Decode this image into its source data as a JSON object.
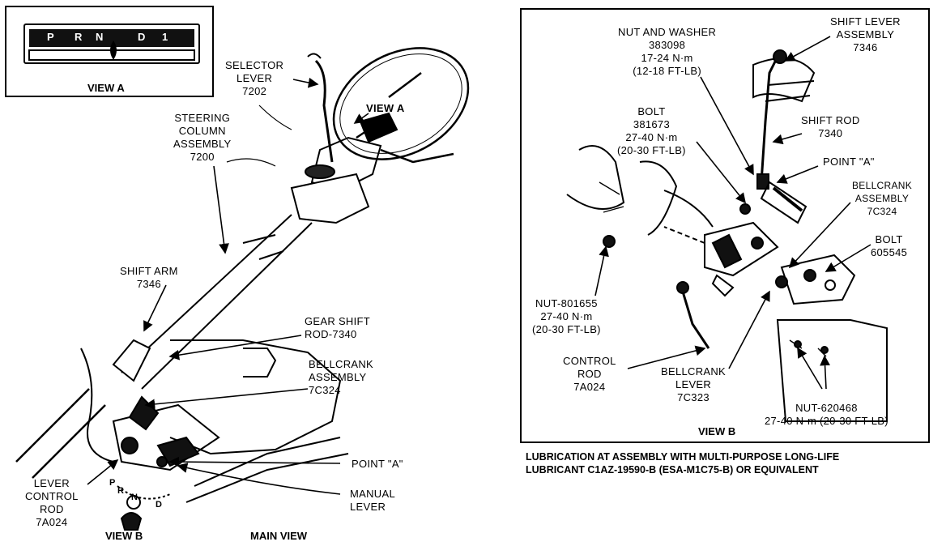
{
  "view_a": {
    "caption": "VIEW A",
    "gear_letters": [
      "P",
      "R",
      "N",
      "D",
      "1"
    ]
  },
  "main_view": {
    "caption": "MAIN VIEW",
    "view_b_tag": "VIEW B",
    "view_a_tag": "VIEW A",
    "labels": {
      "selector_lever": "SELECTOR\nLEVER\n7202",
      "steering_column": "STEERING\nCOLUMN\nASSEMBLY\n7200",
      "shift_arm": "SHIFT ARM\n7346",
      "gear_shift_rod": "GEAR SHIFT\nROD-7340",
      "bellcrank_assembly": "BELLCRANK\nASSEMBLY\n7C324",
      "point_a": "POINT \"A\"",
      "manual_lever": "MANUAL\nLEVER",
      "lever_control_rod": "LEVER\nCONTROL\nROD\n7A024"
    },
    "detent_letters": [
      "P",
      "R",
      "N",
      "D"
    ]
  },
  "view_b": {
    "caption": "VIEW B",
    "labels": {
      "nut_and_washer": "NUT AND WASHER\n383098\n17-24 N·m\n(12-18 FT-LB)",
      "shift_lever_assembly": "SHIFT LEVER\nASSEMBLY\n7346",
      "bolt_381673": "BOLT\n381673\n27-40 N·m\n(20-30 FT-LB)",
      "shift_rod": "SHIFT ROD\n7340",
      "point_a": "POINT \"A\"",
      "bellcrank_assembly": "BELLCRANK\nASSEMBLY\n7C324",
      "bolt_605545": "BOLT\n605545",
      "nut_801655": "NUT-801655\n27-40 N·m\n(20-30 FT-LB)",
      "control_rod": "CONTROL\nROD\n7A024",
      "bellcrank_lever": "BELLCRANK\nLEVER\n7C323",
      "nut_620468": "NUT-620468\n27-40 N·m (20-30 FT-LB)"
    }
  },
  "lubrication_note": "LUBRICATION AT ASSEMBLY WITH MULTI-PURPOSE LONG-LIFE\nLUBRICANT C1AZ-19590-B (ESA-M1C75-B) OR EQUIVALENT"
}
